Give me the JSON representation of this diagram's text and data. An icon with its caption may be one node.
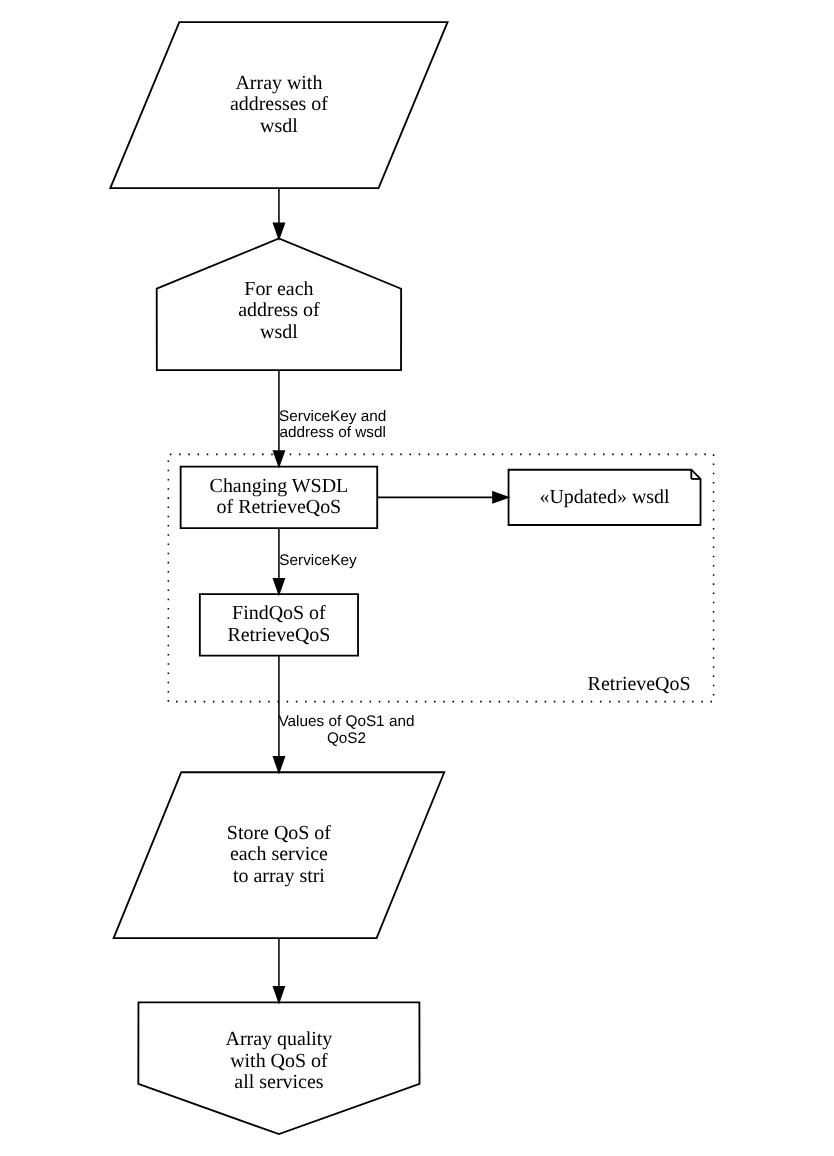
{
  "diagram": {
    "nodes": [
      {
        "text": [
          "Array with addresses of wsdl"
        ]
      },
      {
        "text": [
          "For each address of wsdl"
        ]
      },
      {
        "text": [
          "RetrieveQoS"
        ]
      },
      {
        "text": [
          "Changing WSDL of RetrieveQoS"
        ],
        "in": 2
      },
      {
        "text": [
          "«Updated» wsdl"
        ],
        "in": 2
      },
      {
        "text": [
          "FindQoS of RetrieveQoS"
        ],
        "in": 2
      },
      {
        "text": [
          "Store QoS of each service to array stri"
        ]
      },
      {
        "text": [
          "Array quality with QoS of all services"
        ]
      }
    ],
    "edges": [
      {
        "from": 0,
        "to": 1,
        "arrow": "to"
      },
      {
        "from": 1,
        "to": 3,
        "label": "ServiceKey and address of wsdl",
        "arrow": "to"
      },
      {
        "from": 3,
        "to": 4,
        "arrow": "to"
      },
      {
        "from": 3,
        "to": 5,
        "label": "ServiceKey",
        "arrow": "to"
      },
      {
        "from": 5,
        "to": 6,
        "label": "Values of QoS1 and QoS2",
        "arrow": "to"
      },
      {
        "from": 6,
        "to": 7,
        "arrow": "to"
      }
    ]
  }
}
